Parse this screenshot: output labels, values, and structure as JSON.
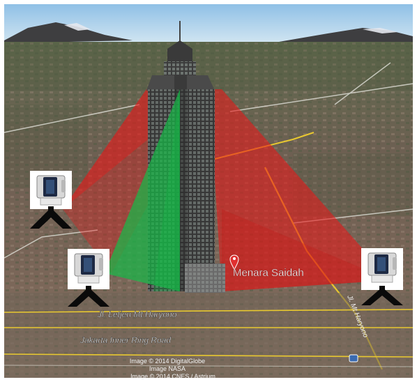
{
  "map": {
    "poi_label": "Menara Saidah",
    "roads": {
      "primary": "Jl. Letjen Mt Haryono",
      "secondary": "Jakarta Inner Ring Road",
      "vertical": "Jl. Mt Haryono"
    },
    "credits": [
      "Image © 2014 DigitalGlobe",
      "Image NASA",
      "Image © 2014 CNES / Astrium"
    ],
    "colors": {
      "coverage_red": "#e81818",
      "coverage_green": "#18b848",
      "sky": "#a9cde8",
      "marker": "#e03030",
      "road_yellow": "#e8c830"
    },
    "icons": {
      "scanner": "laser-scanner-icon",
      "tripod": "tripod-icon",
      "poi": "map-pin-icon"
    }
  }
}
